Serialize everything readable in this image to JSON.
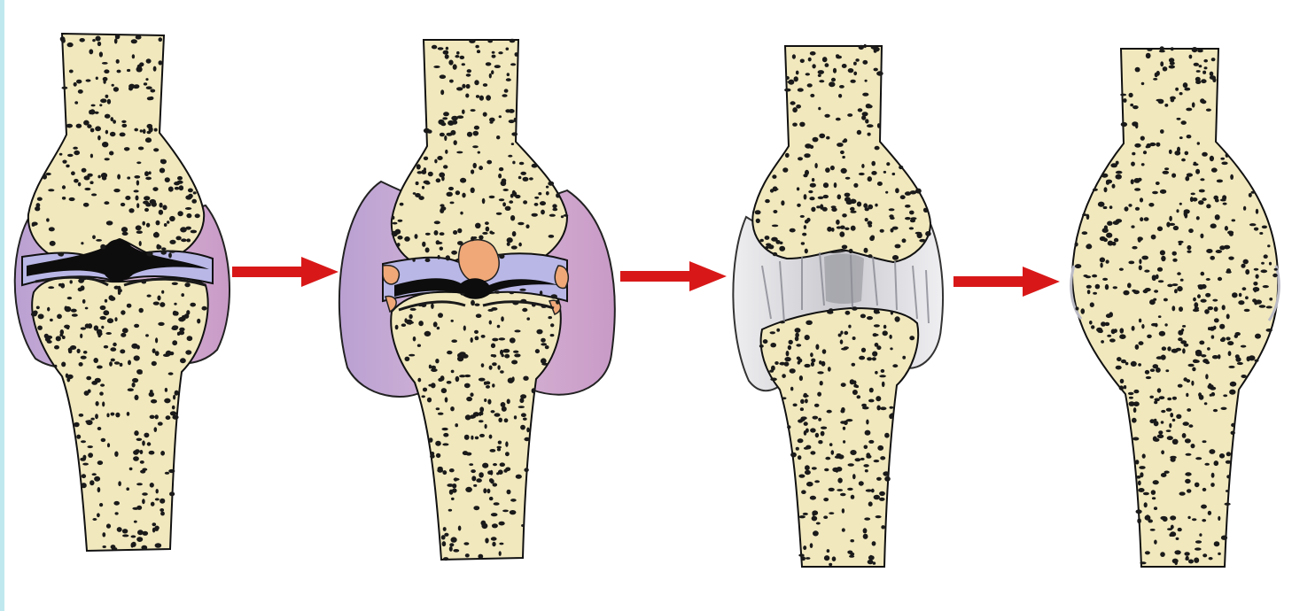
{
  "diagram": {
    "stages": [
      {
        "id": "stage-1"
      },
      {
        "id": "stage-2"
      },
      {
        "id": "stage-3"
      },
      {
        "id": "stage-4"
      }
    ],
    "arrow_count": 3
  },
  "colors": {
    "bone": "#f1e8be",
    "bone_spots": "#1a1a1a",
    "synovium_purple": "#c9a9d6",
    "synovium_dark": "#a98ab8",
    "cartilage_blue": "#b9b7e6",
    "inflamed_orange": "#f0a878",
    "fibrous_gray": "#d8d8dc",
    "arrow_red": "#d81818",
    "left_edge": "#bfe8ee"
  }
}
